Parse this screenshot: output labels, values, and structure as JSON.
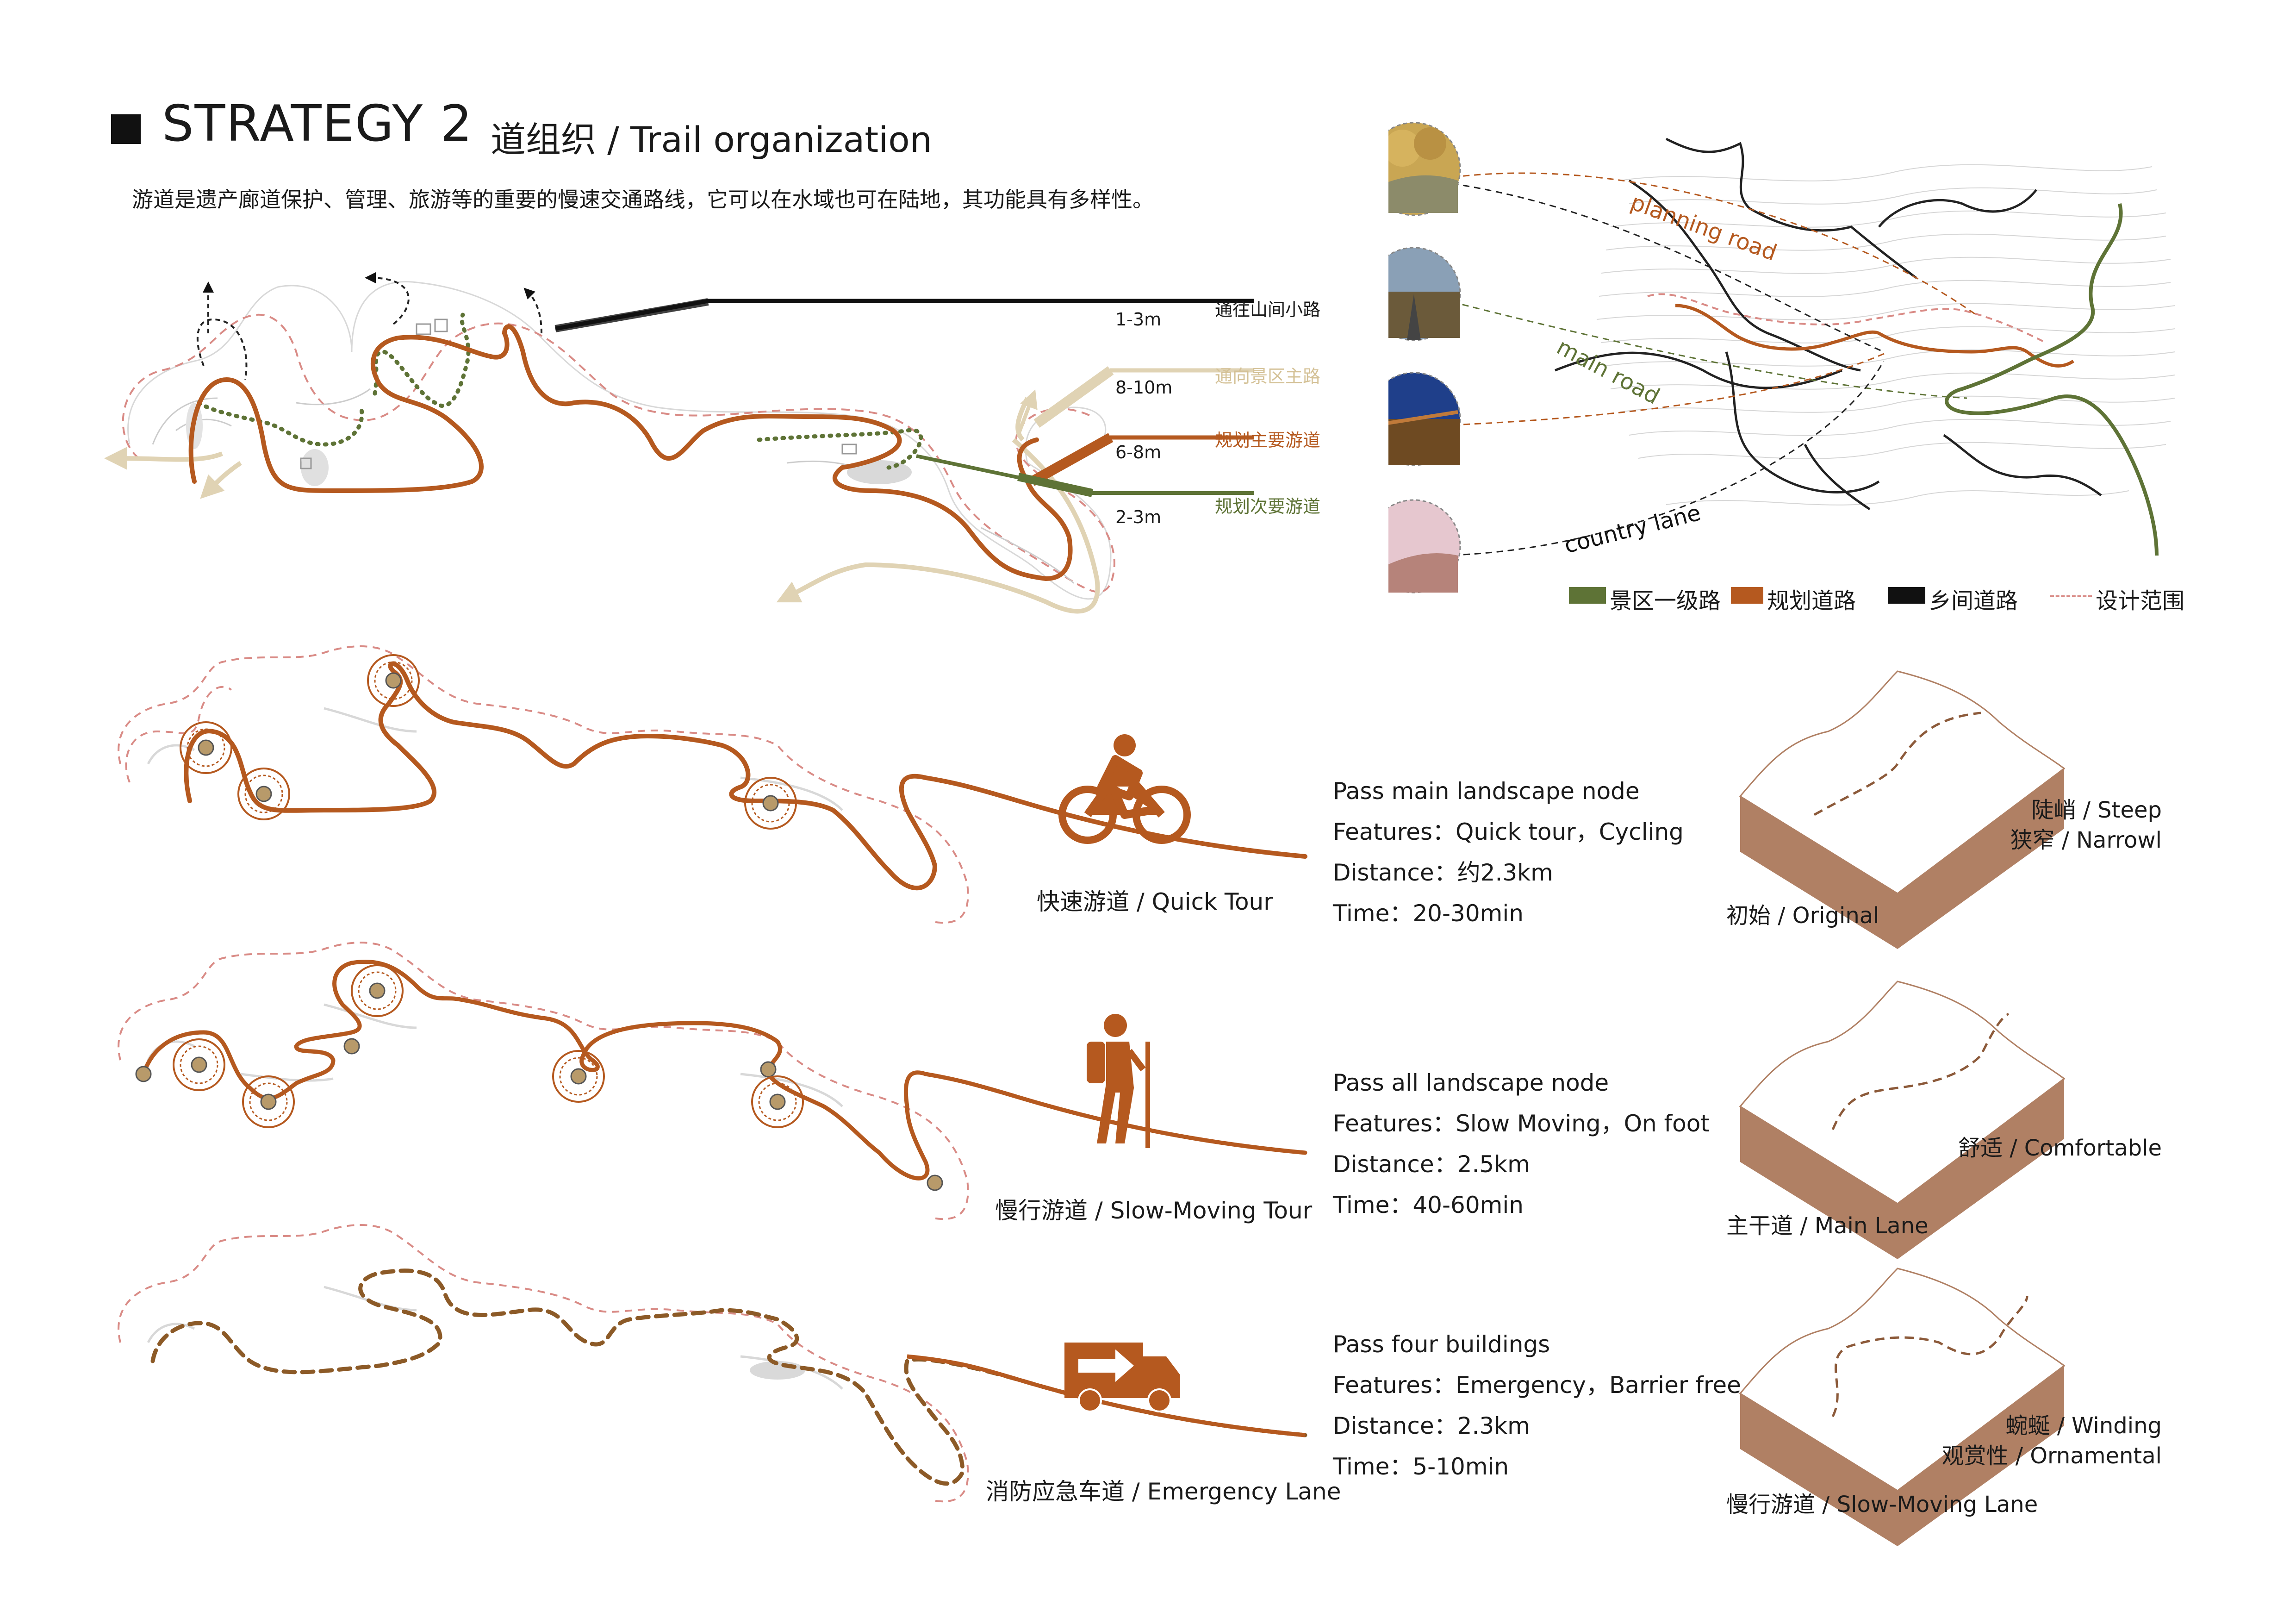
{
  "header": {
    "title": "STRATEGY 2",
    "subtitle": "道组织 / Trail  organization",
    "intro": "游道是遗产廊道保护、管理、旅游等的重要的慢速交通路线，它可以在水域也可在陆地，其功能具有多样性。"
  },
  "colors": {
    "planned_main": "#b5591f",
    "planned_secondary": "#5e7336",
    "scenic_main": "#e0d3b4",
    "mountain_path": "#111111",
    "design_range": "#d98b86",
    "terrain_side": "#b08064"
  },
  "top_callouts": [
    {
      "width": "1-3m",
      "label": "通往山间小路",
      "color": "#111111"
    },
    {
      "width": "8-10m",
      "label": "通向景区主路",
      "color": "#ddd0b0"
    },
    {
      "width": "6-8m",
      "label": "规划主要游道",
      "color": "#b5591f"
    },
    {
      "width": "2-3m",
      "label": "规划次要游道",
      "color": "#5e7336"
    }
  ],
  "map": {
    "photo_labels": [
      "planning road",
      "main road",
      "country lane"
    ],
    "legend": [
      {
        "label": "景区一级路",
        "color": "#5e7336"
      },
      {
        "label": "规划道路",
        "color": "#b5591f"
      },
      {
        "label": "乡间道路",
        "color": "#111111"
      },
      {
        "label": "设计范围",
        "color": "#d98b86"
      }
    ]
  },
  "tours": [
    {
      "name": "快速游道 / Quick Tour",
      "icon": "cyclist-icon",
      "info": [
        "Pass main landscape node",
        "Features：Quick tour，Cycling",
        "Distance：约2.3km",
        "Time：20-30min"
      ],
      "terrain": {
        "bottom": "初始 / Original",
        "right1": "陡峭 / Steep",
        "right2": "狭窄 / Narrowl"
      }
    },
    {
      "name": "慢行游道 / Slow-Moving Tour",
      "icon": "hiker-icon",
      "info": [
        "Pass all landscape node",
        "Features：Slow Moving，On foot",
        "Distance：2.5km",
        "Time：40-60min"
      ],
      "terrain": {
        "bottom": "主干道 / Main Lane",
        "right1": "舒适 / Comfortable",
        "right2": ""
      }
    },
    {
      "name": "消防应急车道 / Emergency Lane",
      "icon": "truck-icon",
      "info": [
        "Pass four buildings",
        "Features：Emergency，Barrier free",
        "Distance：2.3km",
        "Time：5-10min"
      ],
      "terrain": {
        "bottom": "慢行游道 / Slow-Moving Lane",
        "right1": "蜿蜒 / Winding",
        "right2": "观赏性 / Ornamental"
      }
    }
  ]
}
